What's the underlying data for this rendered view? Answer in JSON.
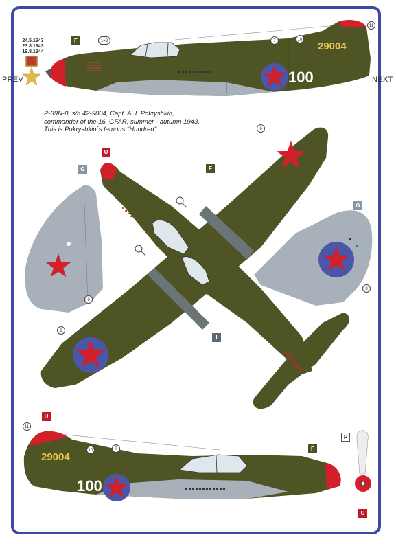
{
  "nav": {
    "prev": "PREV",
    "next": "NEXT"
  },
  "award_dates": [
    "24.5.1943",
    "23.8.1943",
    "19.8.1944"
  ],
  "caption": [
    "P-39N-0, s/n  42-9004, Capt. A. I. Pokryshkin,",
    "commander of the 16. GFAR, summer - autumn 1943.",
    "This is Pokryshkin´s famous \"Hundred\"."
  ],
  "markings": {
    "serial": "29004",
    "number": "100"
  },
  "colors": {
    "olive": "#4f5424",
    "grey_underside": "#a8b1b9",
    "red": "#d21f2a",
    "star_ring": "#4a56a8",
    "frame": "#3d4aa0"
  },
  "callouts": {
    "top_side": {
      "f": "F",
      "c12": "1+2",
      "c7": "7",
      "c10": "10",
      "c11": "11"
    },
    "plan": {
      "u": "U",
      "g_left": "G",
      "f": "F",
      "c6_top": "6",
      "g_right": "G",
      "c6_left": "6",
      "c8_right": "8",
      "i": "I",
      "c8_left": "8"
    },
    "bottom_side": {
      "c11": "11",
      "u": "U",
      "c10": "10",
      "c7": "7",
      "f": "F",
      "p": "P",
      "u2": "U"
    }
  }
}
